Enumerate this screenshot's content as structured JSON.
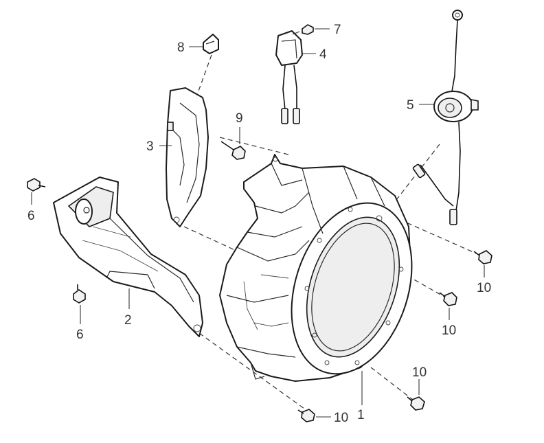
{
  "callouts": [
    {
      "id": "c1",
      "text": "1"
    },
    {
      "id": "c2",
      "text": "2"
    },
    {
      "id": "c3",
      "text": "3"
    },
    {
      "id": "c4",
      "text": "4"
    },
    {
      "id": "c5",
      "text": "5"
    },
    {
      "id": "c6a",
      "text": "6"
    },
    {
      "id": "c6b",
      "text": "6"
    },
    {
      "id": "c7",
      "text": "7"
    },
    {
      "id": "c8",
      "text": "8"
    },
    {
      "id": "c9",
      "text": "9"
    },
    {
      "id": "c10a",
      "text": "10"
    },
    {
      "id": "c10b",
      "text": "10"
    },
    {
      "id": "c10c",
      "text": "10"
    },
    {
      "id": "c10d",
      "text": "10"
    }
  ]
}
